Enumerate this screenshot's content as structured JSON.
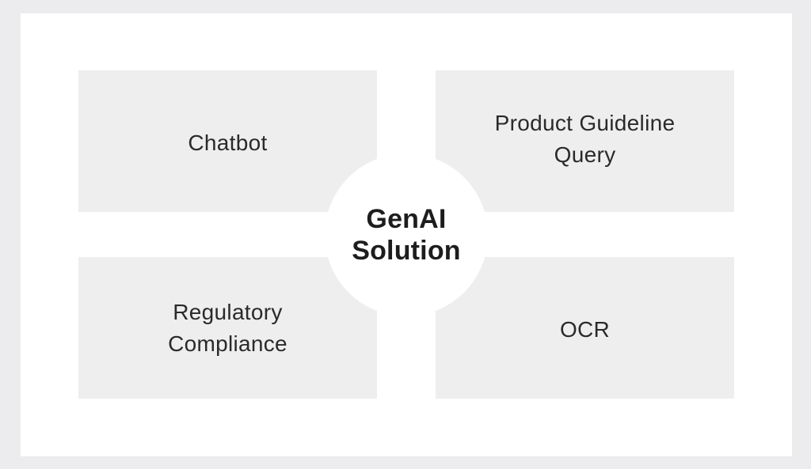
{
  "diagram": {
    "center": "GenAI\nSolution",
    "quadrants": {
      "top_left": "Chatbot",
      "top_right": "Product Guideline\nQuery",
      "bottom_left": "Regulatory\nCompliance",
      "bottom_right": "OCR"
    }
  },
  "colors": {
    "background": "#ececee",
    "card": "#ffffff",
    "quadrant": "#eeeeef",
    "text": "#2a2a2a"
  }
}
